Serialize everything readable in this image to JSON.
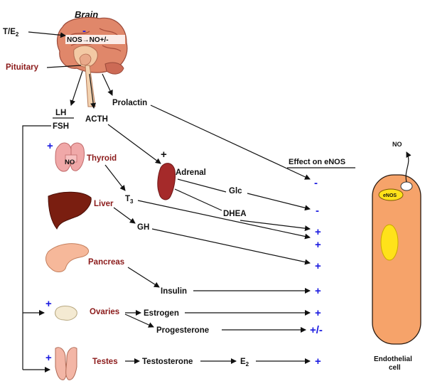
{
  "colors": {
    "organ_label": "#8b1a1a",
    "plus_sign": "#1b1be0",
    "cell_fill": "#f6a36a",
    "nucleus": "#ffe21a",
    "text": "#111111"
  },
  "brain": {
    "title": "Brain",
    "input": "T/E",
    "input_sub": "2",
    "nos_minus": "-",
    "nos_text": "NOS→NO+/-",
    "pituitary": "Pituitary"
  },
  "hormones": {
    "lh": "LH",
    "fsh": "FSH",
    "acth": "ACTH",
    "prolactin": "Prolactin",
    "t3": "T",
    "t3_sub": "3",
    "glc": "Glc",
    "dhea": "DHEA",
    "gh": "GH",
    "insulin": "Insulin",
    "estrogen": "Estrogen",
    "progesterone": "Progesterone",
    "testosterone": "Testosterone",
    "e2": "E",
    "e2_sub": "2"
  },
  "organs": {
    "thyroid": "Thyroid",
    "thyroid_no": "NO",
    "adrenal": "Adrenal",
    "liver": "Liver",
    "pancreas": "Pancreas",
    "ovaries": "Ovaries",
    "testes": "Testes"
  },
  "organ_signs": {
    "thyroid": "+",
    "adrenal": "+",
    "ovaries": "+",
    "testes": "+"
  },
  "effects": {
    "header": "Effect on eNOS",
    "signs": [
      "-",
      "-",
      "+",
      "+",
      "+",
      "+",
      "+",
      "+/-",
      "+"
    ]
  },
  "cell": {
    "no_label": "NO",
    "enos_label": "eNOS",
    "label_line1": "Endothelial",
    "label_line2": "cell"
  }
}
